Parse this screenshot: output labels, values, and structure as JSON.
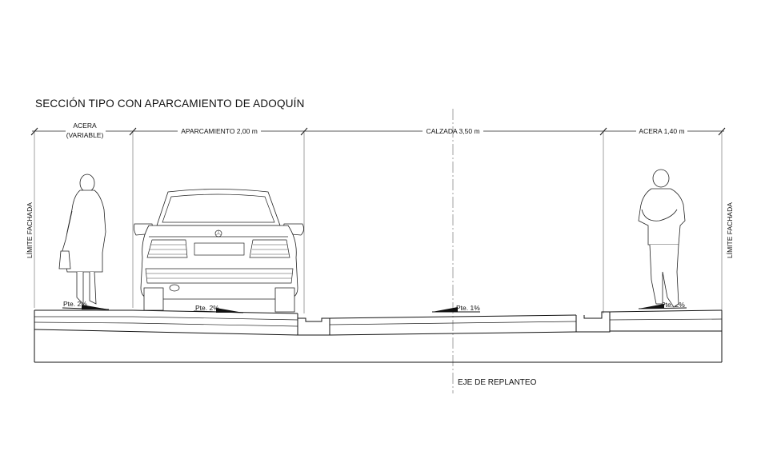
{
  "title": "SECCIÓN TIPO CON APARCAMIENTO DE ADOQUÍN",
  "dimensions": {
    "acera_left_line1": "ACERA",
    "acera_left_line2": "(VARIABLE)",
    "aparcamiento": "APARCAMIENTO 2,00 m",
    "calzada": "CALZADA 3,50 m",
    "acera_right": "ACERA 1,40 m"
  },
  "side_labels": {
    "left": "LÍMITE FACHADA",
    "right": "LÍMITE FACHADA"
  },
  "slopes": {
    "acera_left": "Pte. 2%",
    "aparcamiento": "Pte. 2%",
    "calzada": "Pte. 1%",
    "acera_right": "Pte. 2%"
  },
  "axis_label": "EJE DE REPLANTEO"
}
